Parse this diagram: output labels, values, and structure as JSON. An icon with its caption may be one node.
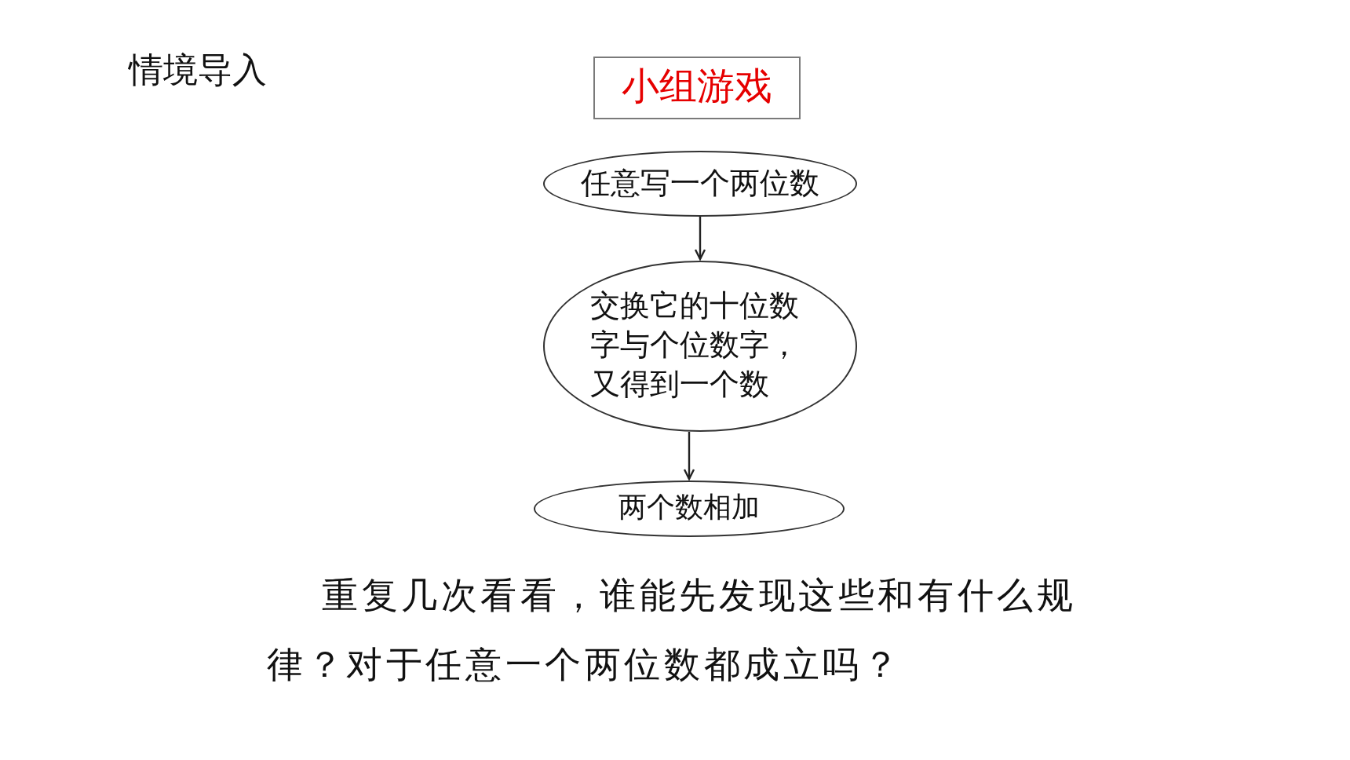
{
  "diagram": {
    "title": "情境导入",
    "nodes": [
      {
        "text": [
          "小组游戏"
        ]
      },
      {
        "text": [
          "任意写一个两位数"
        ]
      },
      {
        "text": [
          "交换它的十位数字与个位数字，又得到一个数"
        ]
      },
      {
        "text": [
          "两个数相加"
        ]
      }
    ],
    "edges": [
      {
        "from": 1,
        "to": 2,
        "arrow": "to"
      },
      {
        "from": 2,
        "to": 3,
        "arrow": "to"
      }
    ],
    "labels": [
      "重复几次看看，谁能先发现这些和有什么规律？对于任意一个两位数都成立吗？"
    ]
  }
}
